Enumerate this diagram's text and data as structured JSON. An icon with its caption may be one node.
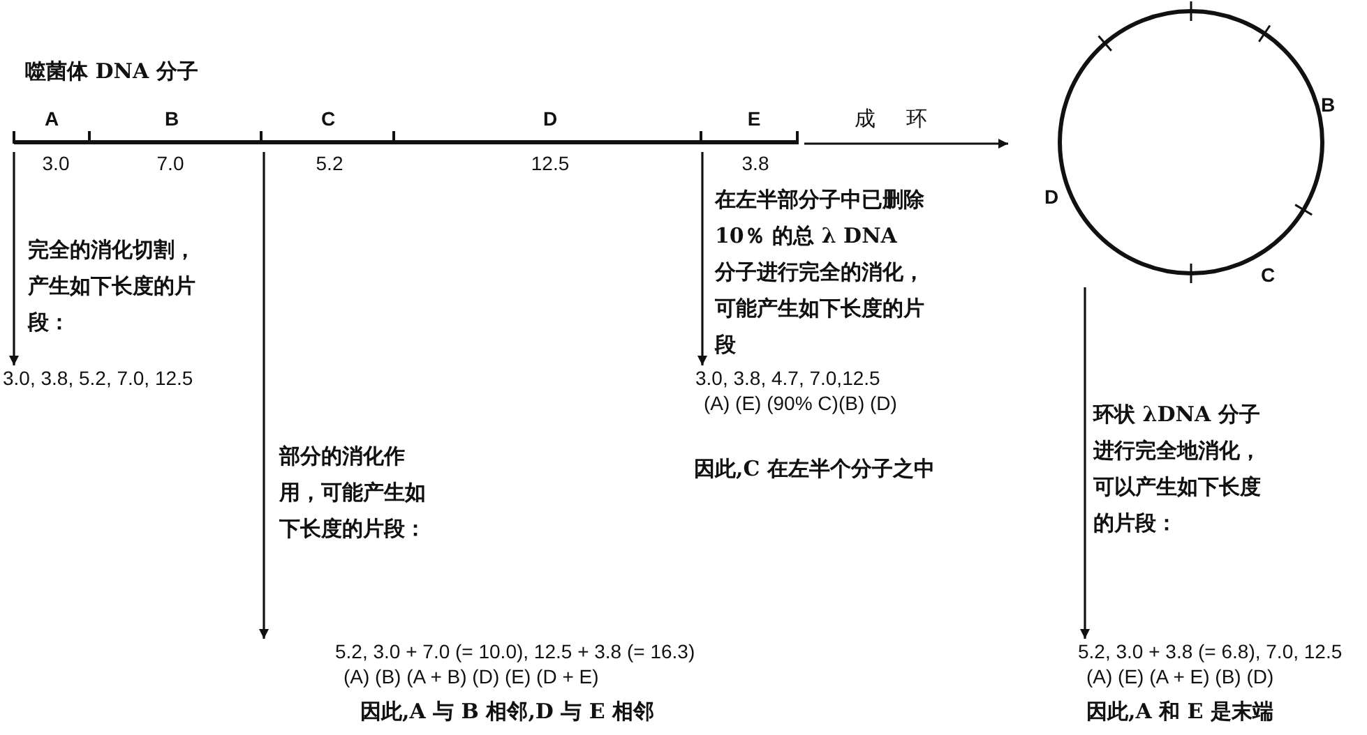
{
  "diagram": {
    "title": "噬菌体 DNA 分子",
    "nodes": [
      {
        "text": [],
        "shape": "bar",
        "beside": [
          "A",
          "B",
          "C",
          "D",
          "E",
          "3.0",
          "7.0",
          "5.2",
          "12.5",
          "3.8"
        ]
      },
      {
        "text": [],
        "shape": "circle",
        "beside": [
          "B",
          "D",
          "C"
        ]
      },
      {
        "text": [
          "3.0, 3.8, 5.2, 7.0, 12.5"
        ]
      },
      {
        "text": [
          "3.0, 3.8, 4.7, 7.0,12.5",
          "(A) (E) (90% C)(B) (D)"
        ]
      },
      {
        "text": [
          "5.2, 3.0 + 7.0 (= 10.0), 12.5 + 3.8 (= 16.3)",
          "(A) (B) (A + B) (D) (E) (D + E)"
        ]
      },
      {
        "text": [
          "5.2, 3.0 + 3.8 (= 6.8), 7.0, 12.5",
          "(A) (E) (A + E) (B) (D)"
        ]
      }
    ],
    "edges": [
      {
        "from": 0,
        "to": 1,
        "arrow": "to",
        "label": "成环"
      },
      {
        "from": 0,
        "to": 2,
        "arrow": "to",
        "label": "完全的消化切割，产生如下长度的片段："
      },
      {
        "from": 0,
        "to": 3,
        "arrow": "to",
        "label": "在左半部分子中已删除 10％ 的总 λ DNA 分子进行完全的消化，可能产生如下长度的片段"
      },
      {
        "from": 0,
        "to": 4,
        "arrow": "to",
        "label": "部分的消化作用，可能产生如下长度的片段："
      },
      {
        "from": 1,
        "to": 5,
        "arrow": "to",
        "label": "环状 λDNA 分子进行完全地消化，可以产生如下长度的片段："
      }
    ],
    "labels": [
      "因此,C 在左半个分子之中",
      "因此,A 与 B 相邻,D 与 E 相邻",
      "因此,A 和 E 是末端"
    ]
  }
}
